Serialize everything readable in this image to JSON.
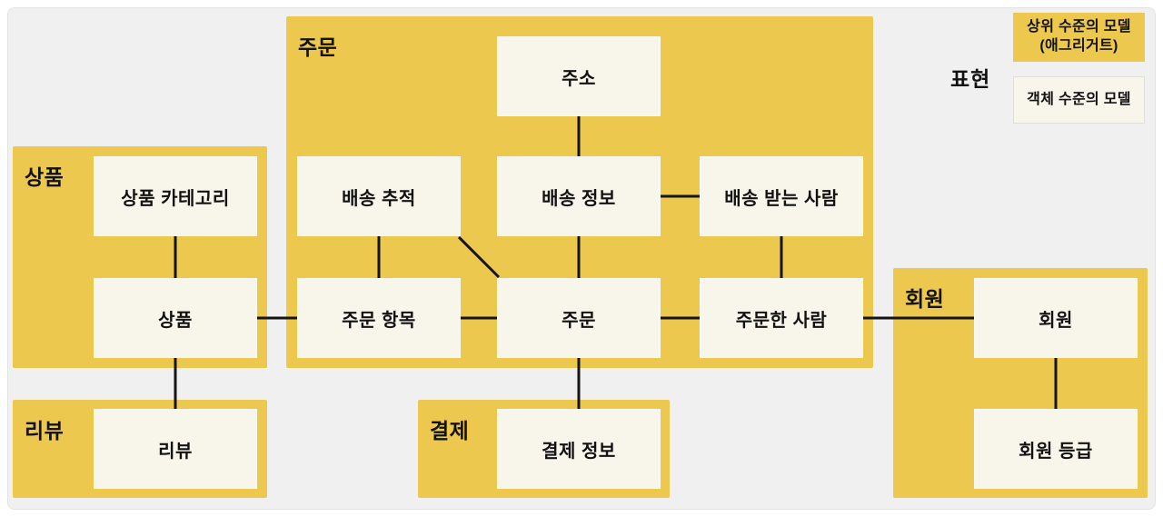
{
  "legend": {
    "title": "표현",
    "aggregate_line1": "상위 수준의 모델",
    "aggregate_line2": "(애그리거트)",
    "object_label": "객체 수준의 모델"
  },
  "regions": {
    "order": "주문",
    "product": "상품",
    "review": "리뷰",
    "payment": "결제",
    "member": "회원"
  },
  "boxes": {
    "address": "주소",
    "shipping_tracking": "배송 추적",
    "shipping_info": "배송 정보",
    "shipping_recipient": "배송 받는 사람",
    "order_item": "주문 항목",
    "order": "주문",
    "orderer": "주문한 사람",
    "product_category": "상품 카테고리",
    "product": "상품",
    "review": "리뷰",
    "payment_info": "결제 정보",
    "member": "회원",
    "member_grade": "회원 등급"
  },
  "edges": [
    "주소-배송 정보",
    "배송 추적-주문 항목",
    "배송 추적-주문",
    "배송 정보-주문",
    "배송 정보-배송 받는 사람",
    "배송 받는 사람-주문한 사람",
    "상품 카테고리-상품",
    "상품-주문 항목",
    "주문 항목-주문",
    "주문-주문한 사람",
    "주문한 사람-회원",
    "상품-리뷰",
    "주문-결제 정보",
    "회원-회원 등급"
  ],
  "colors": {
    "aggregate_yellow": "#EDC84F",
    "object_cream": "#F8F5EB",
    "connector_black": "#141414",
    "panel_gray": "#F0F0F1",
    "page_white": "#FFFFFF"
  }
}
